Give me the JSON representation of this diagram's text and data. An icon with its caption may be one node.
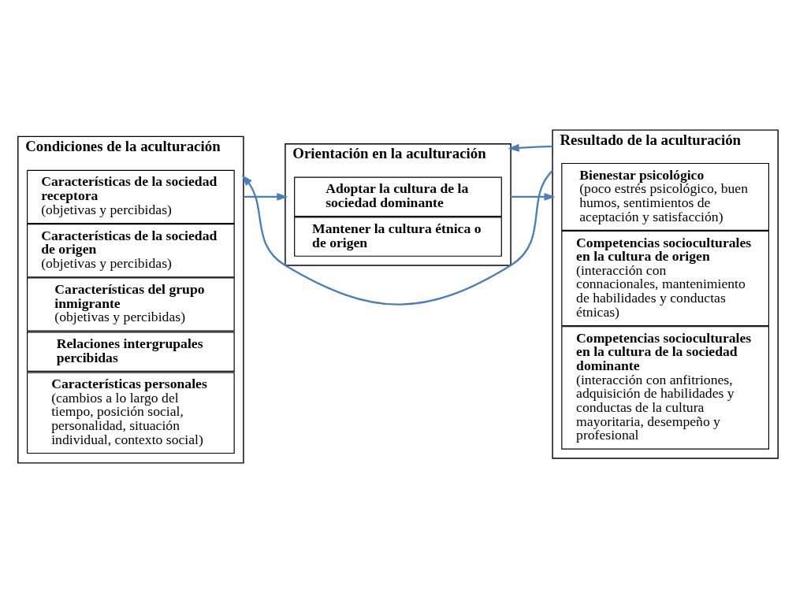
{
  "diagram": {
    "nodes": [
      {
        "text": [
          "Condiciones de la aculturación"
        ]
      },
      {
        "text": [
          "Características de la sociedad receptora",
          "(objetivas y percibidas)"
        ],
        "in": 0
      },
      {
        "text": [
          "Características de la sociedad de origen",
          "(objetivas y percibidas)"
        ],
        "in": 0
      },
      {
        "text": [
          "Características del grupo inmigrante",
          "(objetivas y percibidas)"
        ],
        "in": 0
      },
      {
        "text": [
          "Relaciones intergrupales percibidas"
        ],
        "in": 0
      },
      {
        "text": [
          "Características personales",
          "(cambios a lo largo del tiempo, posición social, personalidad, situación individual, contexto social)"
        ],
        "in": 0
      },
      {
        "text": [
          "Orientación en la aculturación"
        ]
      },
      {
        "text": [
          "Adoptar la cultura de la sociedad dominante"
        ],
        "in": 6
      },
      {
        "text": [
          "Mantener la cultura étnica o de origen"
        ],
        "in": 6
      },
      {
        "text": [
          "Resultado de la aculturación"
        ]
      },
      {
        "text": [
          "Bienestar psicológico",
          "(poco estrés psicológico, buen humos, sentimientos de aceptación y satisfacción)"
        ],
        "in": 9
      },
      {
        "text": [
          "Competencias socioculturales en la cultura de origen",
          "(interacción con connacionales, mantenimiento de habilidades y conductas étnicas)"
        ],
        "in": 9
      },
      {
        "text": [
          "Competencias socioculturales en la cultura de la sociedad dominante",
          "(interacción con anfitriones, adquisición de habilidades y conductas de la cultura mayoritaria, desempeño y profesional"
        ],
        "in": 9
      }
    ],
    "edges": [
      {
        "from": 0,
        "to": 6,
        "arrow": "to"
      },
      {
        "from": 6,
        "to": 9,
        "arrow": "to"
      },
      {
        "from": 9,
        "to": 0,
        "arrow": "to"
      },
      {
        "from": 9,
        "to": 6,
        "arrow": "to"
      }
    ]
  }
}
